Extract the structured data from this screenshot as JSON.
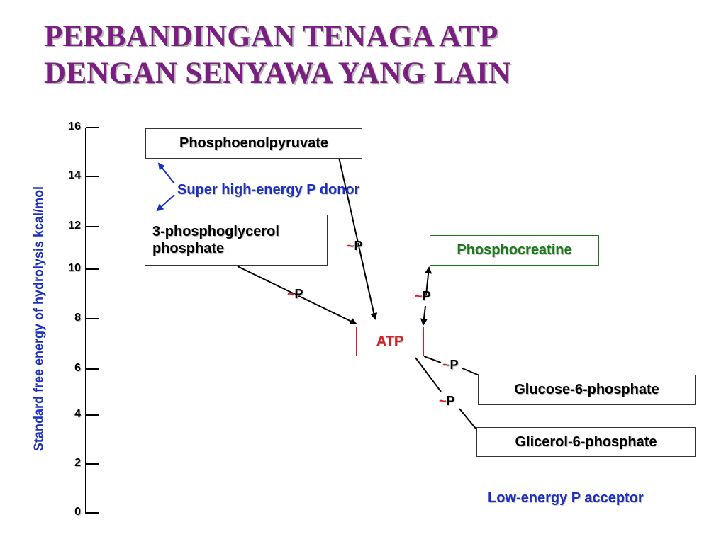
{
  "title": {
    "line1": "PERBANDINGAN TENAGA ATP",
    "line2": "DENGAN SENYAWA YANG LAIN"
  },
  "axis": {
    "label": "Standard free energy of hydrolysis kcal/mol",
    "ticks": [
      "16",
      "14",
      "12",
      "10",
      "8",
      "6",
      "4",
      "2",
      "0"
    ]
  },
  "compounds": {
    "pep": "Phosphoenolpyruvate",
    "pgp_line1": "3-phosphoglycerol",
    "pgp_line2": "phosphate",
    "phosphocreatine": "Phosphocreatine",
    "atp": "ATP",
    "g6p": "Glucose-6-phosphate",
    "gl6p": "Glicerol-6-phosphate"
  },
  "labels": {
    "donor": "Super high-energy P donor",
    "acceptor": "Low-energy P acceptor",
    "tilde": "~",
    "p": "P"
  },
  "colors": {
    "title": "#7a1e82",
    "blue": "#1c2fbf",
    "atp": "#d42020",
    "phosphocreatine": "#1a7a1a"
  }
}
